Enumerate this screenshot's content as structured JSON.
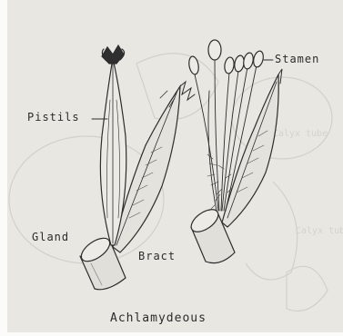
{
  "diagram": {
    "labels": {
      "pistils": "Pistils",
      "stamen": "Stamen",
      "gland": "Gland",
      "bract": "Bract",
      "caption": "Achlamydeous"
    },
    "ghost_text": {
      "calyx_tube": "Calyx tube"
    }
  }
}
